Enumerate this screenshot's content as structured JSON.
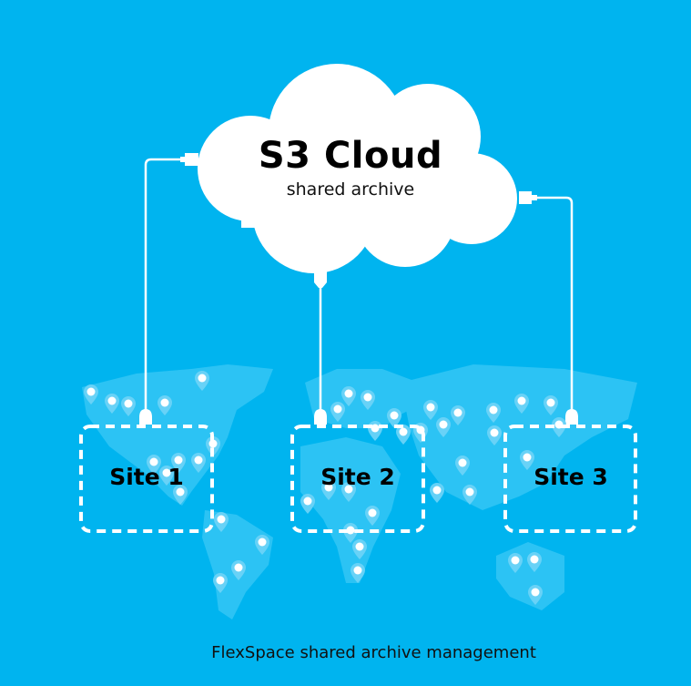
{
  "cloud": {
    "title": "S3 Cloud",
    "subtitle": "shared archive"
  },
  "sites": [
    {
      "label": "Site 1"
    },
    {
      "label": "Site 2"
    },
    {
      "label": "Site 3"
    }
  ],
  "caption": "FlexSpace shared archive management",
  "colors": {
    "background": "#00b4ef",
    "map": "#2cc3f4",
    "pin": "#6fd4f7",
    "line": "#ffffff"
  }
}
